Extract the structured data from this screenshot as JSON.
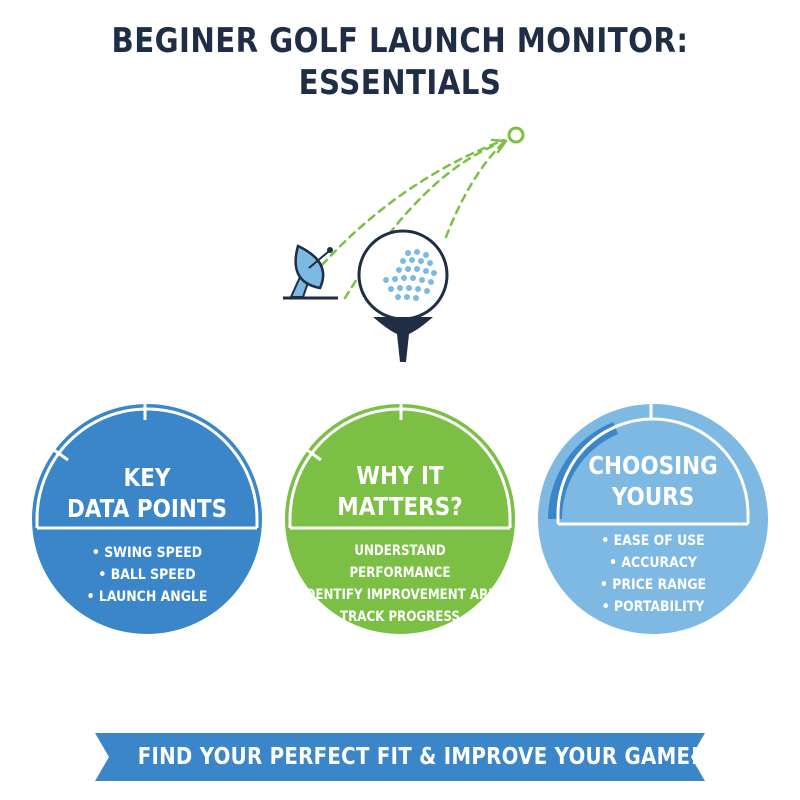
{
  "title": {
    "line1": "BEGINER GOLF LAUNCH MONITOR:",
    "line2": "ESSENTIALS"
  },
  "illustration": {
    "icons": [
      "radar-dish-icon",
      "golf-ball-icon",
      "golf-tee-icon",
      "flight-path-icon",
      "target-circle-icon"
    ]
  },
  "cards": [
    {
      "heading": [
        "KEY",
        "DATA POINTS"
      ],
      "items": [
        "• SWING SPEED",
        "• BALL SPEED",
        "• LAUNCH ANGLE"
      ],
      "color": "#3a86c8"
    },
    {
      "heading": [
        "WHY IT",
        "MATTERS?"
      ],
      "items": [
        "UNDERSTAND",
        "PERFORMANCE",
        "IDENTIFY IMPROVEMENT AREAS",
        "TRACK PROGRESS"
      ],
      "color": "#7bbf45"
    },
    {
      "heading": [
        "CHOOSING",
        "YOURS"
      ],
      "items": [
        "• EASE OF USE",
        "• ACCURACY",
        "• PRICE RANGE",
        "• PORTABILITY"
      ],
      "color": "#7db9e2"
    }
  ],
  "banner": {
    "text": "FIND YOUR PERFECT FIT & IMPROVE YOUR GAME!",
    "color": "#3a86c8"
  },
  "colors": {
    "navy": "#1f2d45",
    "blue": "#3a86c8",
    "green": "#7bbf45",
    "light_blue": "#7db9e2"
  }
}
